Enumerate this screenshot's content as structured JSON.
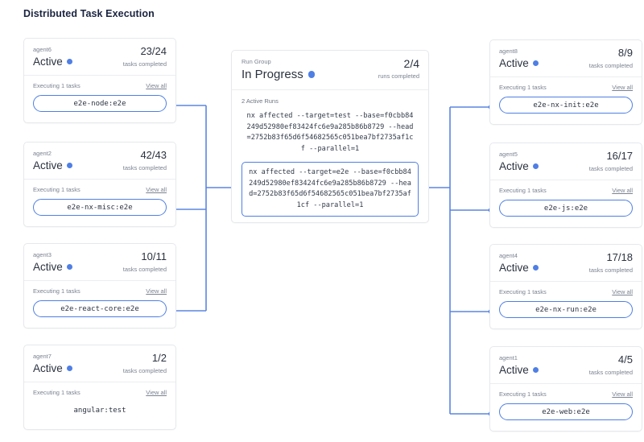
{
  "page": {
    "title": "Distributed Task Execution",
    "accent_color": "#4f7fe4",
    "wire_color": "#5b85e0",
    "card_border_color": "#e6e8ec"
  },
  "labels": {
    "executing": "Executing 1 tasks",
    "view_all": "View all",
    "tasks_completed": "tasks completed",
    "runs_completed": "runs completed",
    "active_runs": "2 Active Runs"
  },
  "run_group": {
    "kicker": "Run Group",
    "state": "In Progress",
    "status_dot": "status-dot-blue",
    "count": "2/4",
    "count_sub": "runs completed",
    "active_runs_label": "2 Active Runs",
    "runs": [
      {
        "command": "nx affected --target=test --base=f0cbb84249d52980ef83424fc6e9a285b86b8729 --head=2752b83f65d6f54682565c051bea7bf2735af1cf --parallel=1",
        "highlighted": false
      },
      {
        "command": "nx affected --target=e2e --base=f0cbb84249d52980ef83424fc6e9a285b86b8729 --head=2752b83f65d6f54682565c051bea7bf2735af1cf --parallel=1",
        "highlighted": true
      }
    ]
  },
  "left_agents": [
    {
      "name": "agent6",
      "status": "Active",
      "count": "23/24",
      "count_sub": "tasks completed",
      "executing": "Executing 1 tasks",
      "view_all": "View all",
      "task": "e2e-node:e2e",
      "task_highlighted": true
    },
    {
      "name": "agent2",
      "status": "Active",
      "count": "42/43",
      "count_sub": "tasks completed",
      "executing": "Executing 1 tasks",
      "view_all": "View all",
      "task": "e2e-nx-misc:e2e",
      "task_highlighted": true
    },
    {
      "name": "agent3",
      "status": "Active",
      "count": "10/11",
      "count_sub": "tasks completed",
      "executing": "Executing 1 tasks",
      "view_all": "View all",
      "task": "e2e-react-core:e2e",
      "task_highlighted": true
    },
    {
      "name": "agent7",
      "status": "Active",
      "count": "1/2",
      "count_sub": "tasks completed",
      "executing": "Executing 1 tasks",
      "view_all": "View all",
      "task": "angular:test",
      "task_highlighted": false
    }
  ],
  "right_agents": [
    {
      "name": "agent8",
      "status": "Active",
      "count": "8/9",
      "count_sub": "tasks completed",
      "executing": "Executing 1 tasks",
      "view_all": "View all",
      "task": "e2e-nx-init:e2e",
      "task_highlighted": true
    },
    {
      "name": "agent5",
      "status": "Active",
      "count": "16/17",
      "count_sub": "tasks completed",
      "executing": "Executing 1 tasks",
      "view_all": "View all",
      "task": "e2e-js:e2e",
      "task_highlighted": true
    },
    {
      "name": "agent4",
      "status": "Active",
      "count": "17/18",
      "count_sub": "tasks completed",
      "executing": "Executing 1 tasks",
      "view_all": "View all",
      "task": "e2e-nx-run:e2e",
      "task_highlighted": true
    },
    {
      "name": "agent1",
      "status": "Active",
      "count": "4/5",
      "count_sub": "tasks completed",
      "executing": "Executing 1 tasks",
      "view_all": "View all",
      "task": "e2e-web:e2e",
      "task_highlighted": true
    }
  ]
}
